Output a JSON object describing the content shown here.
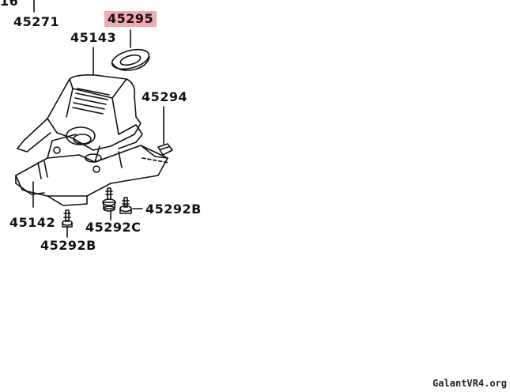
{
  "diagram": {
    "labels": {
      "top_partial": "16",
      "p45271": "45271",
      "p45295": "45295",
      "p45143": "45143",
      "p45294": "45294",
      "p45292b_right": "45292B",
      "p45142": "45142",
      "p45292c": "45292C",
      "p45292b_bottom": "45292B"
    },
    "highlighted_part": "45295",
    "highlight_color": "#f3a9b1"
  },
  "watermark": "GalantVR4.org"
}
